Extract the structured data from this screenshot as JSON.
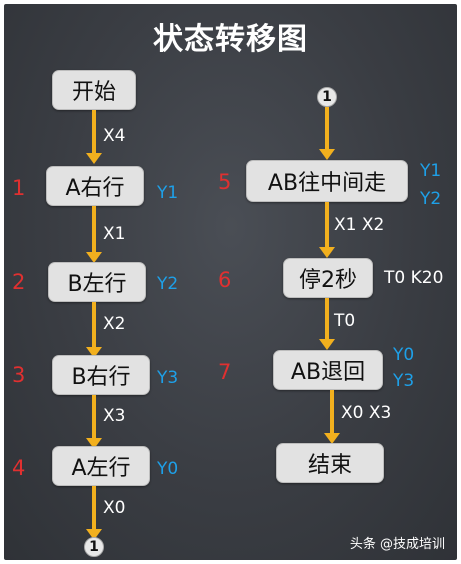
{
  "title": "状态转移图",
  "left": {
    "states": [
      {
        "label": "开始",
        "num": "",
        "output": ""
      },
      {
        "label": "A右行",
        "num": "1",
        "output": "Y1"
      },
      {
        "label": "B左行",
        "num": "2",
        "output": "Y2"
      },
      {
        "label": "B右行",
        "num": "3",
        "output": "Y3"
      },
      {
        "label": "A左行",
        "num": "4",
        "output": "Y0"
      }
    ],
    "transitions": [
      "X4",
      "X1",
      "X2",
      "X3",
      "X0"
    ],
    "connector": "1"
  },
  "right": {
    "connector": "1",
    "states": [
      {
        "label": "AB往中间走",
        "num": "5",
        "output_a": "Y1",
        "output_b": "Y2"
      },
      {
        "label": "停2秒",
        "num": "6",
        "output_a": "T0 K20",
        "output_b": ""
      },
      {
        "label": "AB退回",
        "num": "7",
        "output_a": "Y0",
        "output_b": "Y3"
      },
      {
        "label": "结束",
        "num": "",
        "output_a": "",
        "output_b": ""
      }
    ],
    "transitions": [
      "X1  X2",
      "T0",
      "X0 X3"
    ]
  },
  "watermark": "头条 @技成培训",
  "colors": {
    "arrow": "#f2b01e",
    "step_number": "#e03030",
    "output": "#1ea0e8",
    "box": "#e2e2e2",
    "background": "#3a3d43"
  }
}
